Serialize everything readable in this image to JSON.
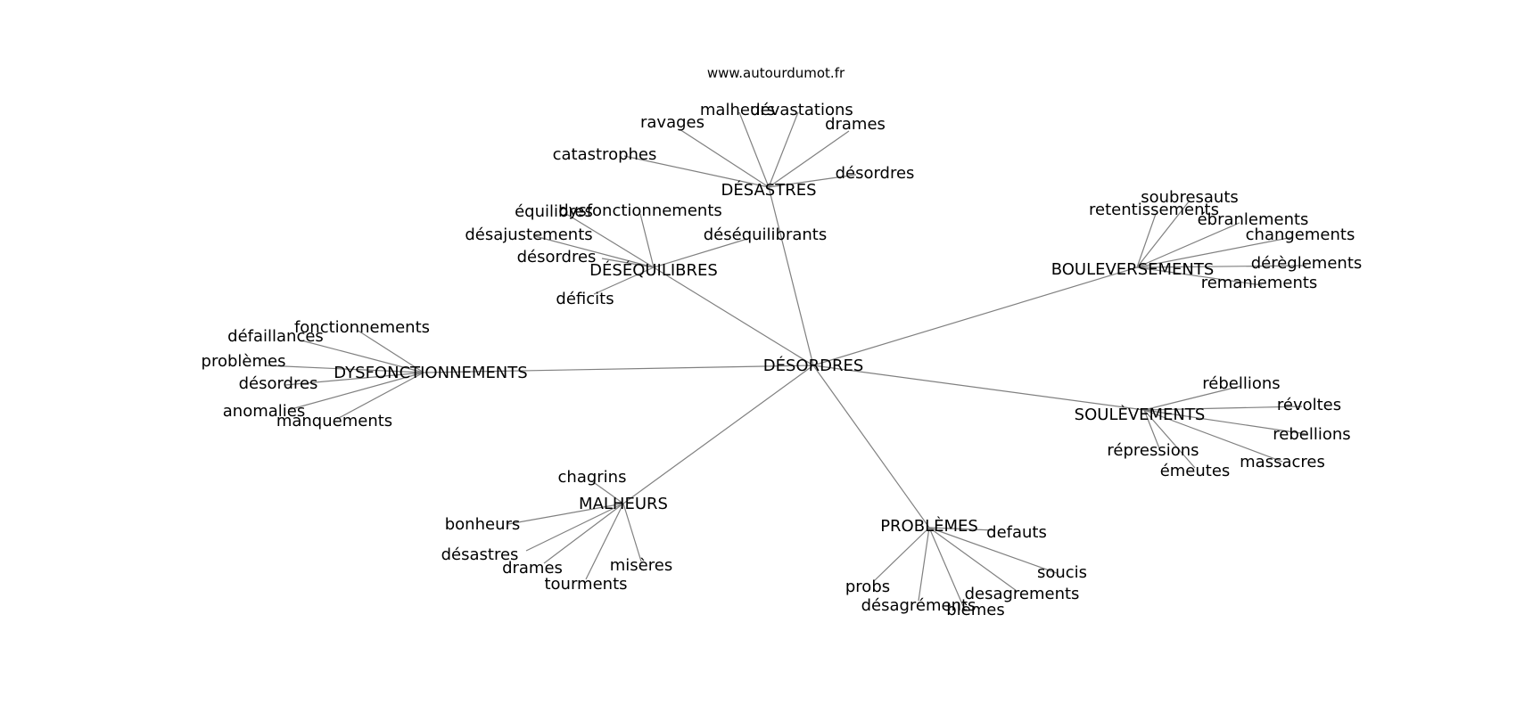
{
  "watermark": "www.autourdumot.fr",
  "center": "DÉSORDRES",
  "clusters": [
    {
      "hub": "DÉSASTRES",
      "leaves": [
        "malheurs",
        "dévastations",
        "ravages",
        "drames",
        "catastrophes",
        "désordres"
      ]
    },
    {
      "hub": "DÉSÉQUILIBRES",
      "leaves": [
        "équilibres",
        "dysfonctionnements",
        "désajustements",
        "déséquilibrants",
        "désordres",
        "déficits"
      ]
    },
    {
      "hub": "BOULEVERSEMENTS",
      "leaves": [
        "soubresauts",
        "retentissements",
        "ébranlements",
        "changements",
        "dérèglements",
        "remaniements"
      ]
    },
    {
      "hub": "DYSFONCTIONNEMENTS",
      "leaves": [
        "fonctionnements",
        "défaillances",
        "problèmes",
        "désordres",
        "anomalies",
        "manquements"
      ]
    },
    {
      "hub": "SOULÈVEMENTS",
      "leaves": [
        "rébellions",
        "révoltes",
        "rebellions",
        "répressions",
        "massacres",
        "émeutes"
      ]
    },
    {
      "hub": "MALHEURS",
      "leaves": [
        "chagrins",
        "bonheurs",
        "désastres",
        "misères",
        "drames",
        "tourments"
      ]
    },
    {
      "hub": "PROBLÈMES",
      "leaves": [
        "defauts",
        "soucis",
        "probs",
        "desagrements",
        "désagréments",
        "blèmes"
      ]
    }
  ]
}
